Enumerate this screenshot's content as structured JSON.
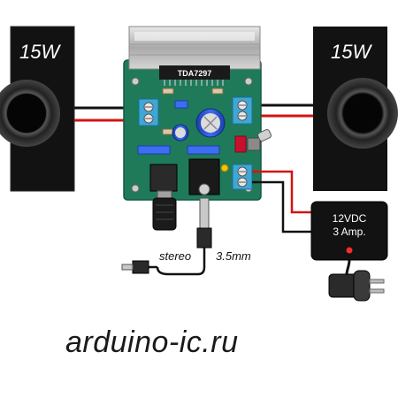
{
  "speakers": {
    "left": {
      "label": "15W"
    },
    "right": {
      "label": "15W"
    }
  },
  "board": {
    "chip_label": "TDA7297"
  },
  "power_supply": {
    "voltage_label": "12VDC",
    "current_label": "3 Amp."
  },
  "audio_input": {
    "type_label": "stereo",
    "size_label": "3.5mm"
  },
  "watermark": {
    "text": "arduino-ic.ru"
  },
  "colors": {
    "pcb": "#1f7a5a",
    "speaker_body": "#111111",
    "wire_red": "#d11414",
    "wire_black": "#111111",
    "terminal": "#3fa7d6"
  }
}
